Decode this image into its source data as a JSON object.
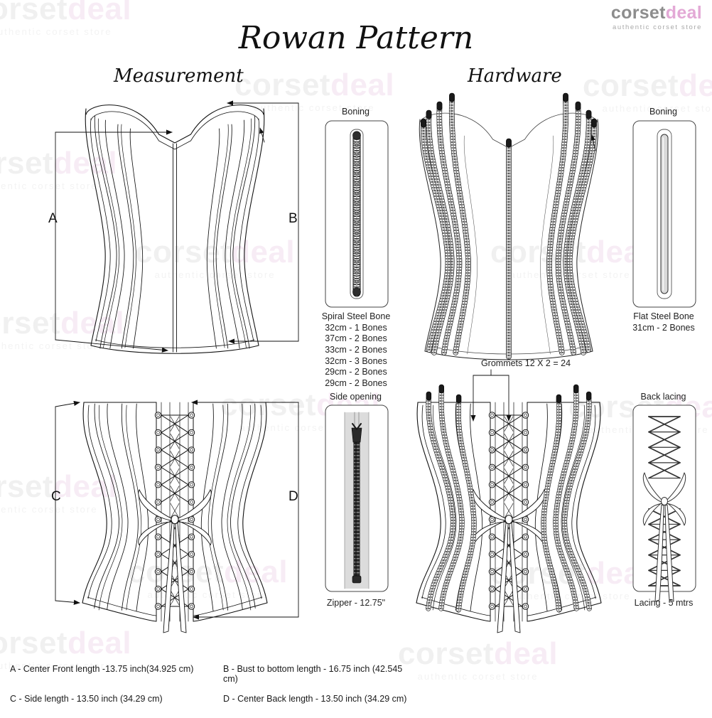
{
  "brand": {
    "name_part1": "corset",
    "name_part2": "deal",
    "tagline": "authentic corset store",
    "color_gray": "#8d8d8d",
    "color_pink": "#e3a9d6"
  },
  "page": {
    "title": "Rowan Pattern"
  },
  "sections": {
    "measurement_title": "Measurement",
    "hardware_title": "Hardware"
  },
  "measurement": {
    "front_view": {
      "dim_left_label": "A",
      "dim_right_label": "B"
    },
    "back_view": {
      "dim_left_label": "C",
      "dim_right_label": "D"
    }
  },
  "hardware": {
    "grommets_note": "Grommets 12 X 2 = 24",
    "panels": [
      {
        "id": "spiral-boning",
        "title": "Boning",
        "caption_title": "Spiral Steel Bone",
        "caption_lines": [
          "32cm - 1 Bones",
          "37cm - 2 Bones",
          "33cm - 2 Bones",
          "32cm - 3 Bones",
          "29cm - 2 Bones",
          "29cm - 2 Bones"
        ]
      },
      {
        "id": "flat-boning",
        "title": "Boning",
        "caption_title": "Flat Steel Bone",
        "caption_lines": [
          "31cm - 2 Bones"
        ]
      },
      {
        "id": "side-opening",
        "title": "Side opening",
        "caption_title": "",
        "caption_lines": [
          "Zipper - 12.75\""
        ]
      },
      {
        "id": "back-lacing",
        "title": "Back lacing",
        "caption_title": "",
        "caption_lines": [
          "Lacing - 5 mtrs"
        ]
      }
    ]
  },
  "legend": {
    "items": [
      "A - Center Front length -13.75 inch(34.925 cm)",
      "B - Bust to bottom length - 16.75 inch (42.545 cm)",
      "C - Side length - 13.50 inch (34.29 cm)",
      "D - Center Back length -  13.50 inch (34.29 cm)"
    ]
  },
  "watermarks": {
    "text1": "corset",
    "text2": "deal",
    "sub": "authentic corset store"
  }
}
